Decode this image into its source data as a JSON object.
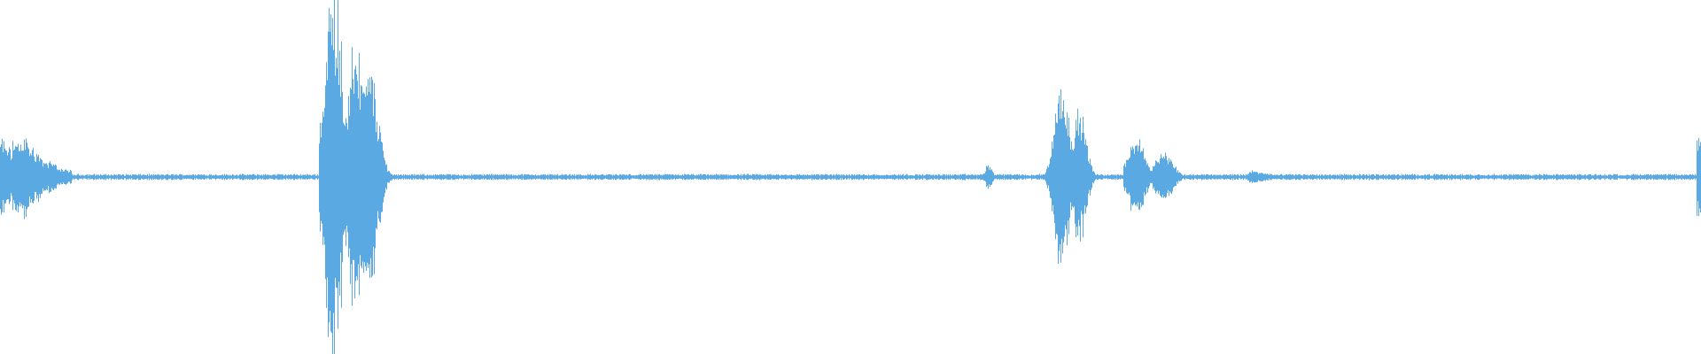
{
  "waveform": {
    "color": "#5aa9e3",
    "background": "#ffffff",
    "baseline_fraction": 0.5,
    "segments": [
      {
        "start": 0.0,
        "end": 0.042,
        "peak": 0.12,
        "profile": "decay",
        "bursts": [
          0.0,
          0.008,
          0.014
        ]
      },
      {
        "start": 0.187,
        "end": 0.245,
        "peak": 0.56,
        "profile": "multi",
        "bursts": [
          0.196,
          0.209,
          0.217
        ]
      },
      {
        "start": 0.578,
        "end": 0.586,
        "peak": 0.04,
        "profile": "blip",
        "bursts": [
          0.581
        ]
      },
      {
        "start": 0.612,
        "end": 0.66,
        "peak": 0.28,
        "profile": "multi",
        "bursts": [
          0.624,
          0.634
        ]
      },
      {
        "start": 0.66,
        "end": 0.72,
        "peak": 0.11,
        "profile": "multi",
        "bursts": [
          0.668,
          0.684
        ]
      },
      {
        "start": 0.72,
        "end": 0.76,
        "peak": 0.02,
        "profile": "decay",
        "bursts": [
          0.735
        ]
      },
      {
        "start": 0.997,
        "end": 1.0,
        "peak": 0.12,
        "profile": "edge",
        "bursts": [
          0.998
        ]
      }
    ],
    "noise_floor": 0.006
  }
}
